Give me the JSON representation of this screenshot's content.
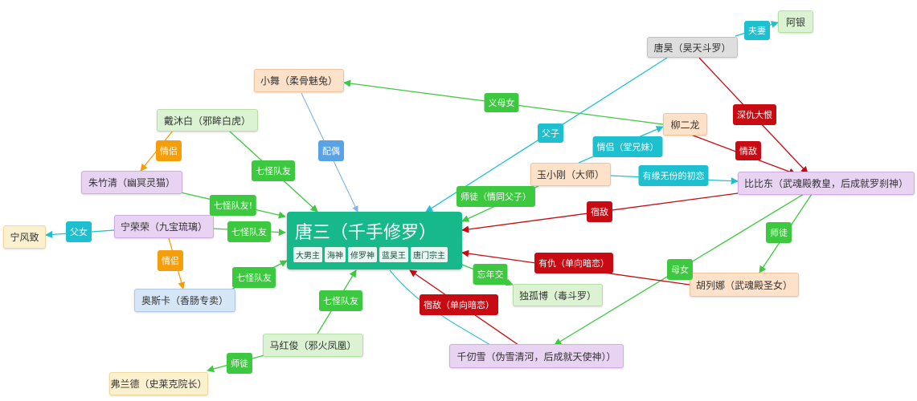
{
  "main": {
    "title": "唐三（千手修罗）",
    "tags": [
      "大男主",
      "海神",
      "修罗神",
      "蓝昊王",
      "唐门宗主"
    ]
  },
  "nodes": {
    "ayin": "阿银",
    "tanghao": "唐昊（昊天斗罗）",
    "xiaowu": "小舞（柔骨魅兔）",
    "daimubai": "戴沐白（邪眸白虎）",
    "liuerlong": "柳二龙",
    "zhuzhuqing": "朱竹清（幽冥灵猫）",
    "yuxiaogang": "玉小刚（大师）",
    "bibidong": "比比东（武魂殿教皇，后成就罗刹神）",
    "ningfengzhi": "宁风致",
    "ningrongrong": "宁荣荣（九宝琉璃）",
    "aosika": "奥斯卡（香肠专卖）",
    "duguobo": "独孤博（毒斗罗）",
    "hulienna": "胡列娜（武魂殿圣女）",
    "mahongjun": "马红俊（邪火凤凰）",
    "qianrenxue": "千仞雪（伪雪清河，后成就天使神））",
    "fulande": "弗兰德（史莱克院长）"
  },
  "edge_labels": {
    "fuqi": "夫妻",
    "yimunv": "义母女",
    "shenchoudahen": "深仇大恨",
    "fuzi": "父子",
    "qingdi_lbd": "情敌",
    "peiou": "配偶",
    "qinglv_dz": "情侣",
    "qinglv_tangxiongmei": "情侣（堂兄妹）",
    "qiguai_dmb": "七怪队友",
    "youyuan": "有缘无份的初恋",
    "qiguai_zzq": "七怪队友!",
    "shitu_qingtong": "师徒（情同父子）",
    "sudi_bbd": "宿敌",
    "funv": "父女",
    "qiguai_nrr": "七怪队友",
    "qinglv_no": "情侣",
    "shitu_bbd_hln": "师徒",
    "youchou": "有仇（单向暗恋）",
    "qiguai_osk": "七怪队友",
    "wangnianjiao": "忘年交",
    "munv": "母女",
    "qiguai_mhj": "七怪队友",
    "sudi_qrx": "宿敌（单向暗恋）",
    "shitu_fld": "师徒"
  },
  "colors": {
    "main": "#17b98a",
    "green_label": "#3dc93f",
    "teal_label": "#1ec0d0",
    "red_label": "#c80a12",
    "orange_label": "#f59e0b",
    "blue_label": "#5aa2e6",
    "node_orange": "#fde2c9",
    "node_green": "#dcf3d3",
    "node_purple": "#e8d3f2",
    "node_blue": "#d6e6f7",
    "node_yellow": "#fbf1cf",
    "node_gray": "#dedede"
  }
}
